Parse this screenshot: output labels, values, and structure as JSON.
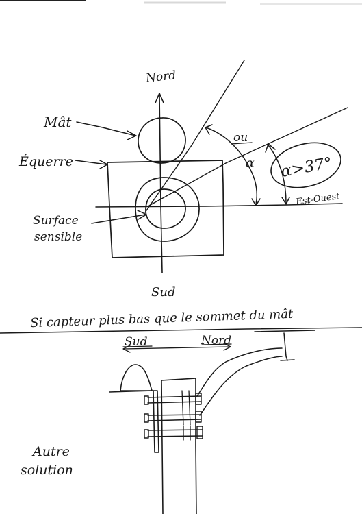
{
  "top_view": {
    "north_label": "Nord",
    "south_label": "Sud",
    "mast_label": "Mât",
    "bracket_label": "Équerre",
    "sensor_label_line1": "Surface",
    "sensor_label_line2": "sensible",
    "east_west_label": "Est-Ouest",
    "or_label": "ou",
    "alpha_label": "α",
    "angle_condition": "α>37°"
  },
  "caption": "Si capteur plus bas que le sommet du mât",
  "side_view": {
    "south_label": "Sud",
    "north_label": "Nord",
    "alternative_line1": "Autre",
    "alternative_line2": "solution"
  }
}
